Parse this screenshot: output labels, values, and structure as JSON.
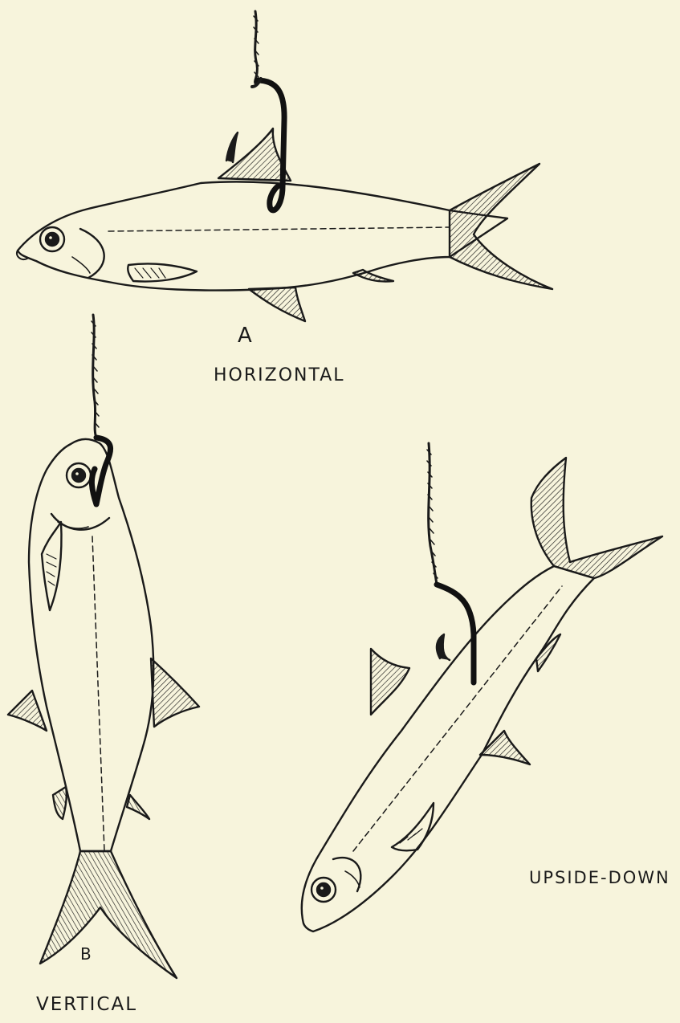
{
  "figure": {
    "fish_a": {
      "letter": "A",
      "caption": "HORIZONTAL"
    },
    "fish_b": {
      "letter": "B",
      "caption": "VERTICAL"
    },
    "fish_c": {
      "caption": "UPSIDE-DOWN"
    },
    "colors": {
      "paper": "#f7f4dc",
      "ink": "#1a1a1a"
    },
    "icons": [
      "fish-hook-icon",
      "fishing-line-icon",
      "fish-icon"
    ]
  }
}
